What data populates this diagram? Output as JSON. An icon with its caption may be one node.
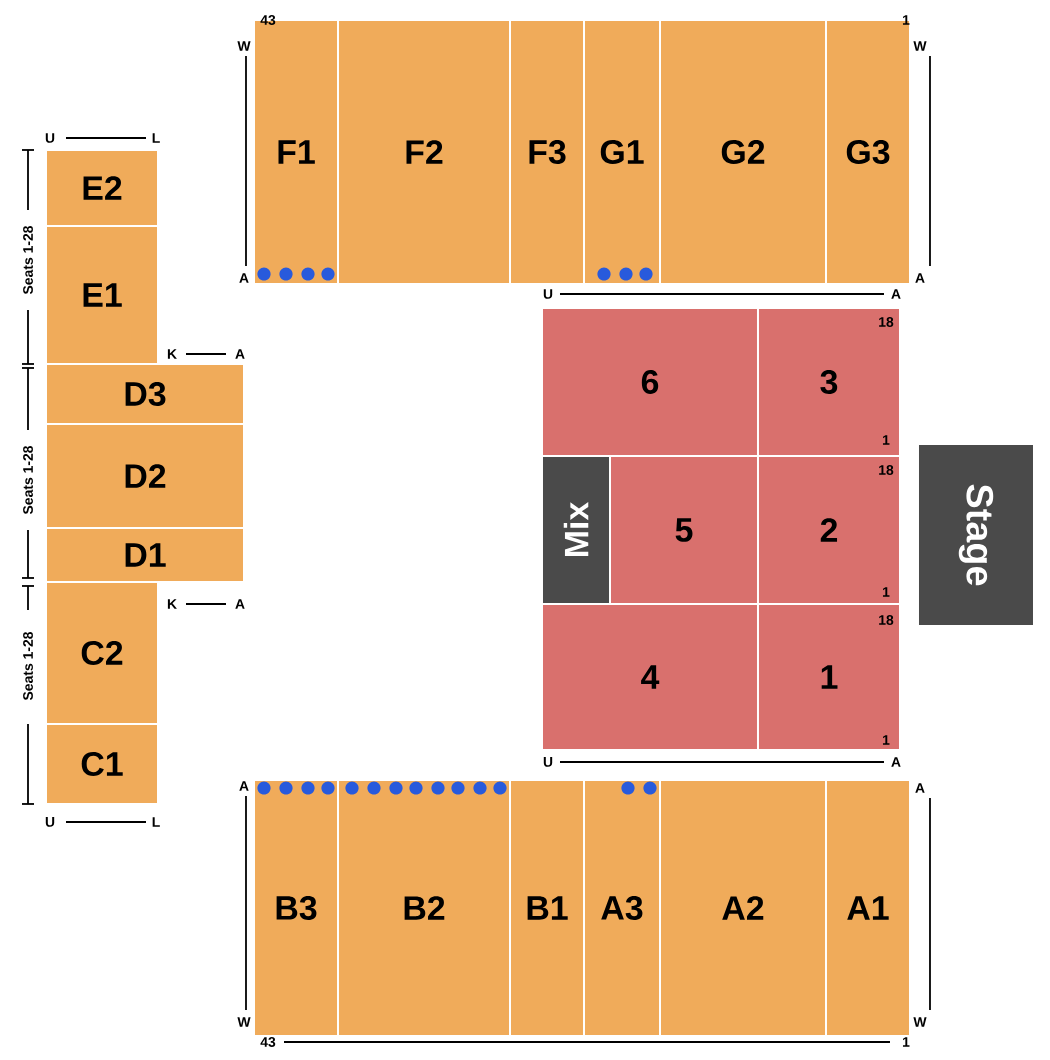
{
  "diagram": {
    "nodes": [
      {
        "text": [
          "F1"
        ]
      },
      {
        "text": [
          "F2"
        ]
      },
      {
        "text": [
          "F3"
        ]
      },
      {
        "text": [
          "G1"
        ]
      },
      {
        "text": [
          "G2"
        ]
      },
      {
        "text": [
          "G3"
        ]
      },
      {
        "text": [
          "E2"
        ]
      },
      {
        "text": [
          "E1"
        ]
      },
      {
        "text": [
          "D3"
        ]
      },
      {
        "text": [
          "D2"
        ]
      },
      {
        "text": [
          "D1"
        ]
      },
      {
        "text": [
          "C2"
        ]
      },
      {
        "text": [
          "C1"
        ]
      },
      {
        "text": [
          "6"
        ]
      },
      {
        "text": [
          "3"
        ]
      },
      {
        "text": [
          "Mix"
        ]
      },
      {
        "text": [
          "5"
        ]
      },
      {
        "text": [
          "2"
        ]
      },
      {
        "text": [
          "Stage"
        ]
      },
      {
        "text": [
          "4"
        ]
      },
      {
        "text": [
          "1"
        ]
      },
      {
        "text": [
          "B3"
        ]
      },
      {
        "text": [
          "B2"
        ]
      },
      {
        "text": [
          "B1"
        ]
      },
      {
        "text": [
          "A3"
        ]
      },
      {
        "text": [
          "A2"
        ]
      },
      {
        "text": [
          "A1"
        ]
      }
    ],
    "labels": [
      "43",
      "1",
      "W",
      "W",
      "U",
      "L",
      "A",
      "A",
      "Seats 1-28",
      "K",
      "A",
      "U",
      "A",
      "18",
      "1",
      "18",
      "1",
      "Seats 1-28",
      "K",
      "A",
      "Seats 1-28",
      "18",
      "1",
      "U",
      "A",
      "U",
      "L",
      "A",
      "A",
      "W",
      "W",
      "43",
      "1"
    ]
  }
}
